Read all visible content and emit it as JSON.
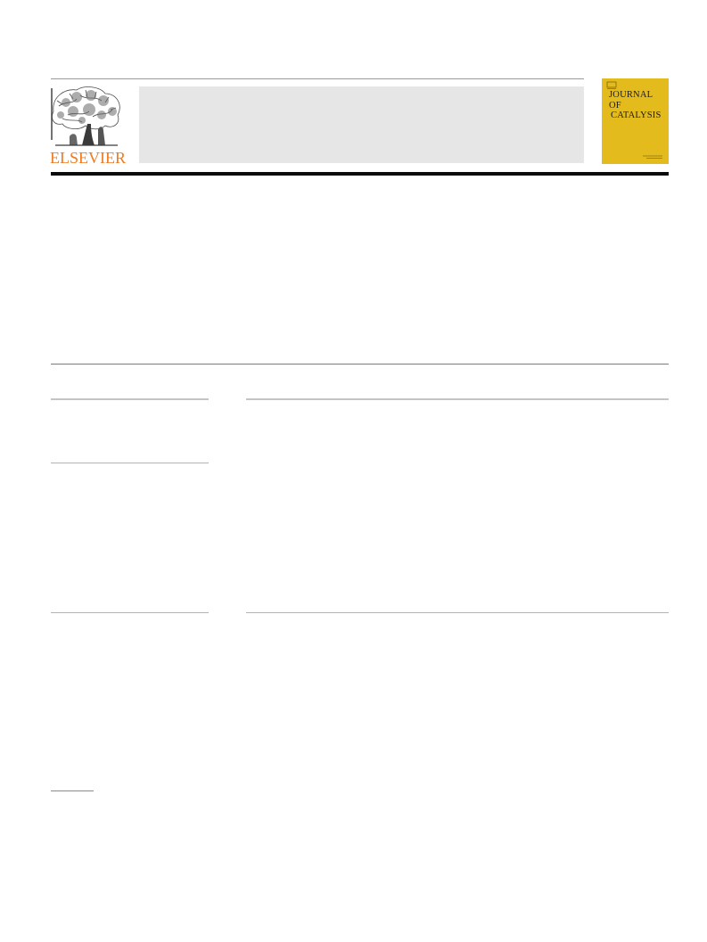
{
  "header": {
    "publisher_wordmark": "ELSEVIER",
    "journal_cover": {
      "title_line1": "JOURNAL OF",
      "title_line2": "CATALYSIS",
      "background_color": "#e4bb1d"
    },
    "banner_color": "#e6e6e6",
    "publisher_color": "#f07a1f"
  },
  "icons": {
    "publisher_logo": "elsevier-tree-icon"
  }
}
